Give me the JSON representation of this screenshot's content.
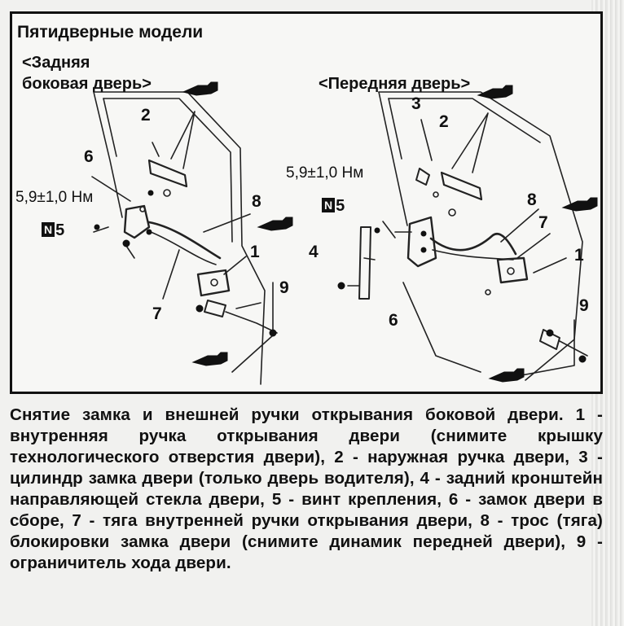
{
  "figure": {
    "title": "Пятидверные модели",
    "left_label_line1": "<Задняя",
    "left_label_line2": "боковая дверь>",
    "right_label": "<Передняя дверь>",
    "torque_left": "5,9±1,0 Нм",
    "torque_right": "5,9±1,0 Нм",
    "n_badge": "N",
    "n_value": "5",
    "callouts": {
      "left": [
        "2",
        "6",
        "8",
        "1",
        "9",
        "7"
      ],
      "right": [
        "3",
        "2",
        "8",
        "7",
        "1",
        "4",
        "6",
        "9"
      ]
    }
  },
  "caption": "Снятие замка и внешней ручки открывания боковой двери. 1 - внутренняя ручка открывания двери (снимите крышку технологического отверстия двери), 2 - наружная ручка двери, 3 - цилиндр замка двери (только дверь водителя), 4 - задний кронштейн направляющей стекла двери, 5 - винт крепления, 6 - замок двери в сборе, 7 - тяга внутренней ручки открывания двери, 8 - трос (тяга) блокировки замка двери (снимите динамик передней двери), 9 - ограничитель хода двери."
}
